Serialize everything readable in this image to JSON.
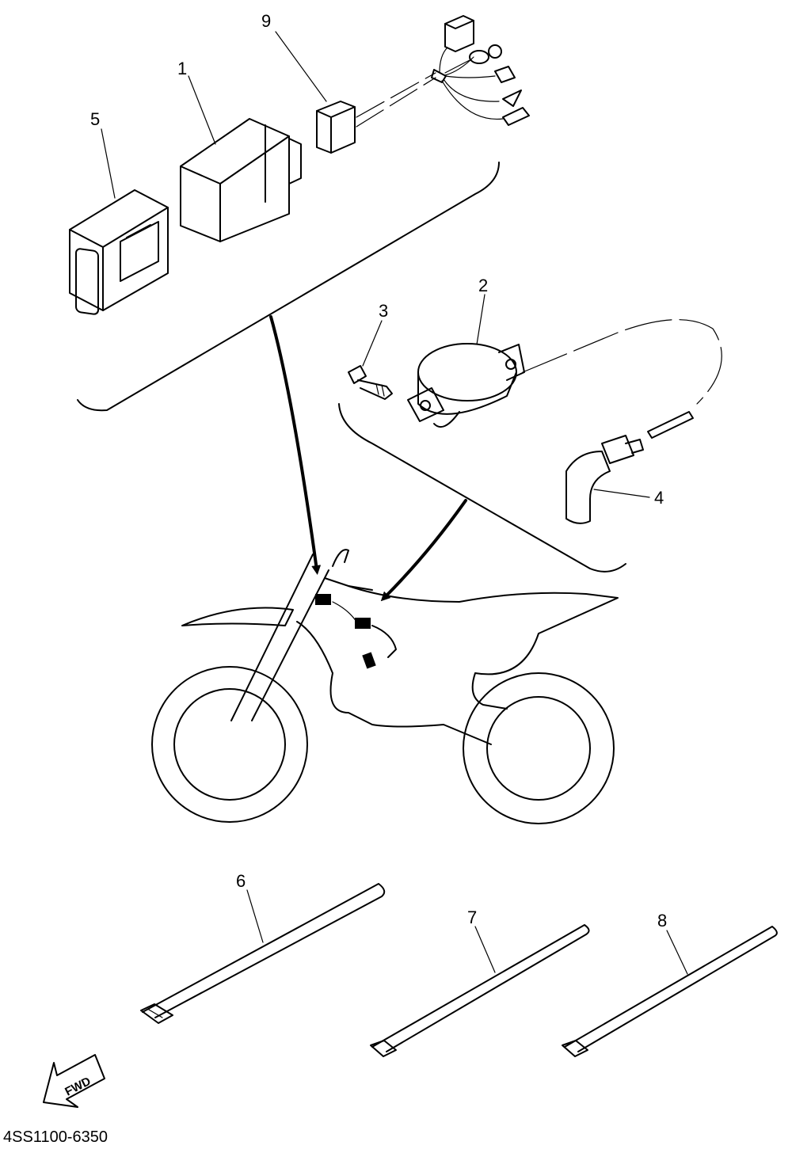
{
  "callouts": {
    "c1": "1",
    "c2": "2",
    "c3": "3",
    "c4": "4",
    "c5": "5",
    "c6": "6",
    "c7": "7",
    "c8": "8",
    "c9": "9"
  },
  "fwd_label": "FWD",
  "diagram_code": "4SS1100-6350",
  "colors": {
    "line": "#000000",
    "background": "#ffffff"
  }
}
